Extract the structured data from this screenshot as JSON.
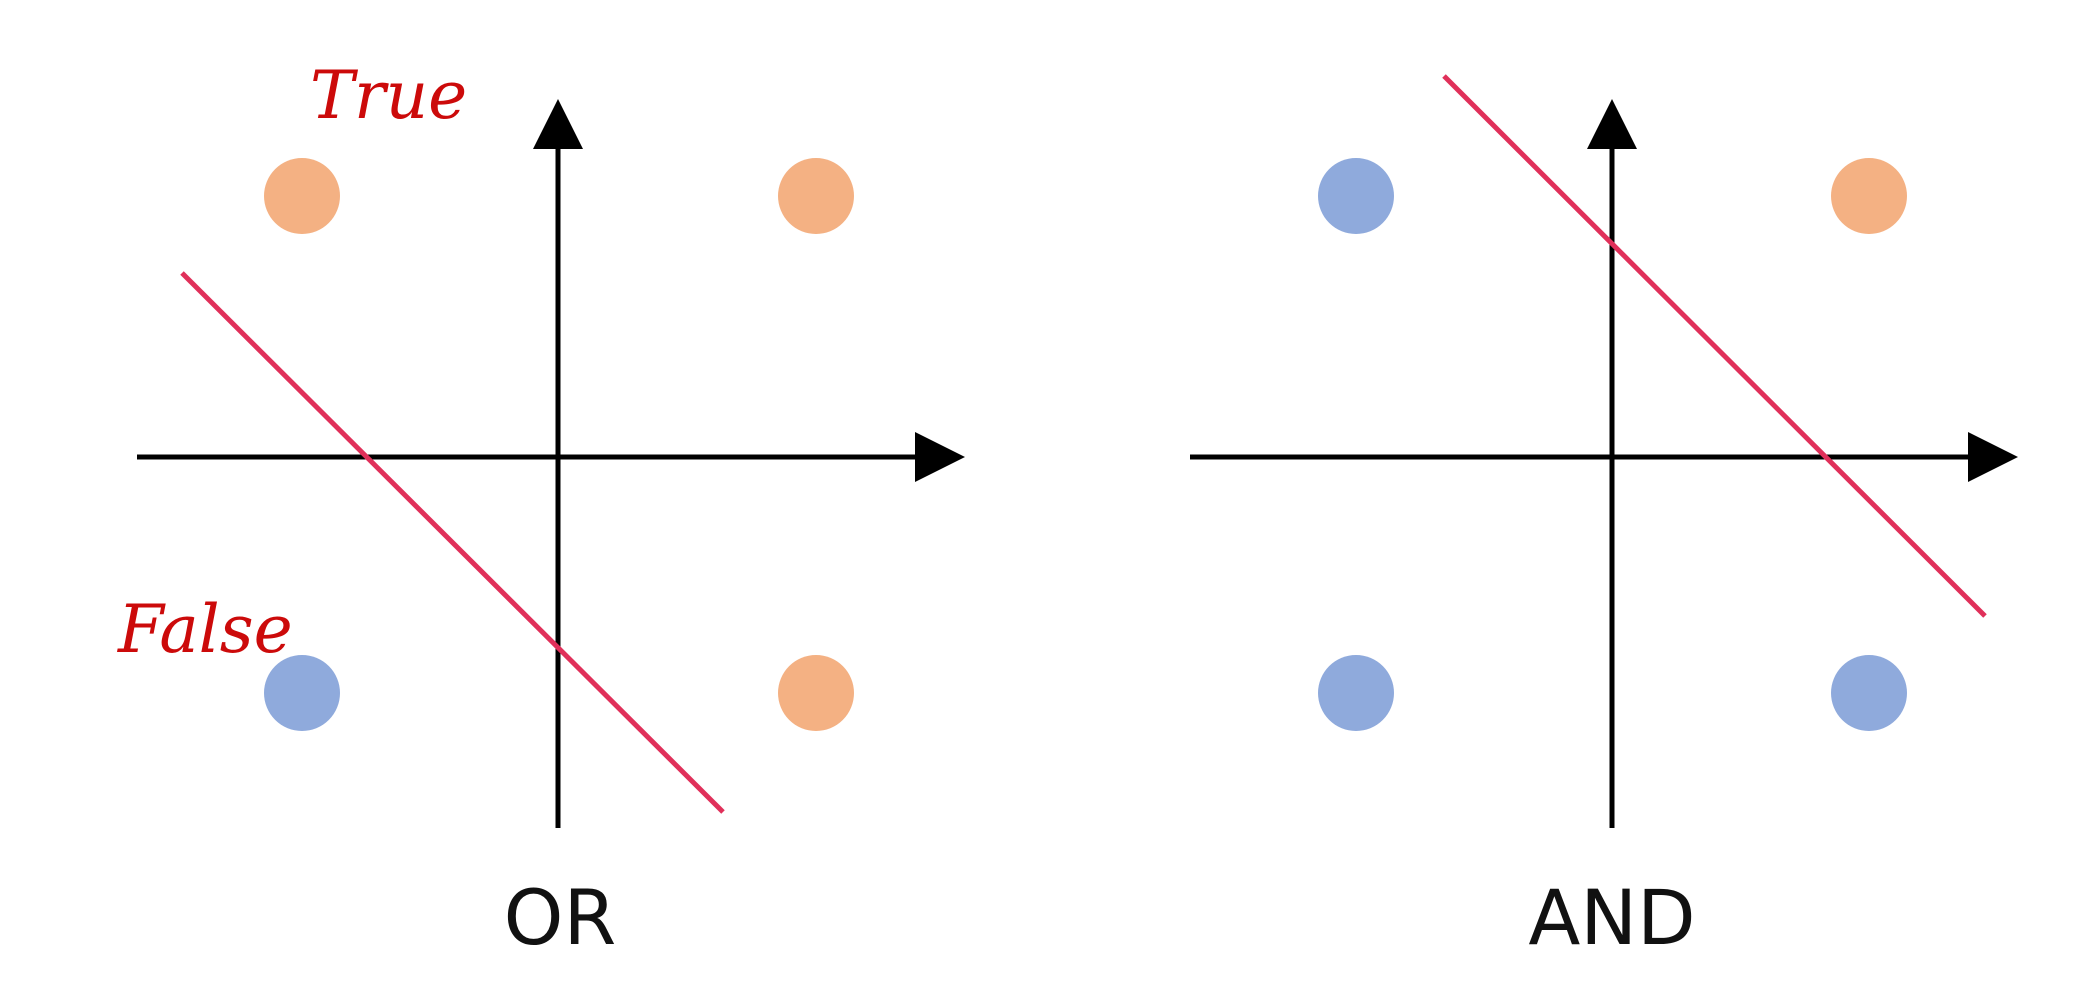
{
  "colors": {
    "axis": "#000000",
    "true_point": "#f4b183",
    "false_point": "#8faadc",
    "boundary": "#e0305a",
    "annotation": "#cc0a0a"
  },
  "panels": [
    {
      "caption": "OR",
      "points": [
        {
          "x": 0,
          "y": 1,
          "label": "true"
        },
        {
          "x": 1,
          "y": 1,
          "label": "true"
        },
        {
          "x": 0,
          "y": 0,
          "label": "false"
        },
        {
          "x": 1,
          "y": 0,
          "label": "true"
        }
      ]
    },
    {
      "caption": "AND",
      "points": [
        {
          "x": 0,
          "y": 1,
          "label": "false"
        },
        {
          "x": 1,
          "y": 1,
          "label": "true"
        },
        {
          "x": 0,
          "y": 0,
          "label": "false"
        },
        {
          "x": 1,
          "y": 0,
          "label": "false"
        }
      ]
    }
  ],
  "annotations": {
    "true_label": "True",
    "false_label": "False"
  }
}
